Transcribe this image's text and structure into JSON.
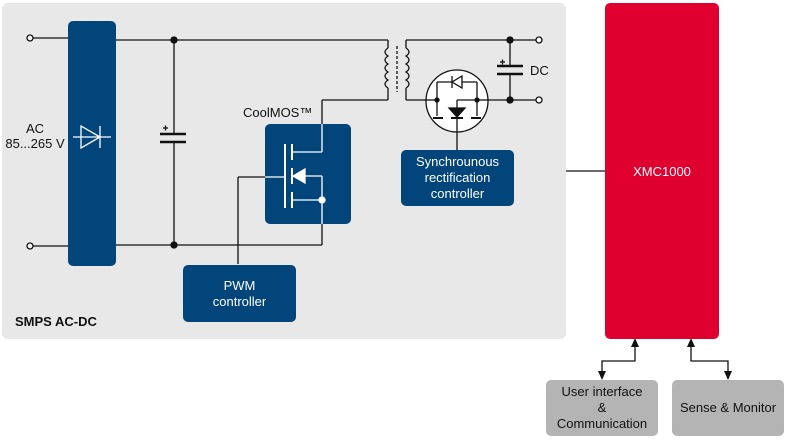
{
  "title": "SMPS AC-DC",
  "input": {
    "line1": "AC",
    "line2": "85...265 V"
  },
  "output_label": "DC",
  "mosfet_label": "CoolMOS™",
  "blocks": {
    "pwm": {
      "line1": "PWM",
      "line2": "controller"
    },
    "sync": {
      "line1": "Synchrounous",
      "line2": "rectification",
      "line3": "controller"
    },
    "mcu": "XMC1000",
    "ui": {
      "line1": "User interface",
      "line2": "&",
      "line3": "Communication"
    },
    "sense": "Sense & Monitor"
  },
  "colors": {
    "panel": "#e8e8e8",
    "block_blue": "#02457a",
    "mcu_red": "#e0002f",
    "peripheral_gray": "#b4b4b4"
  }
}
